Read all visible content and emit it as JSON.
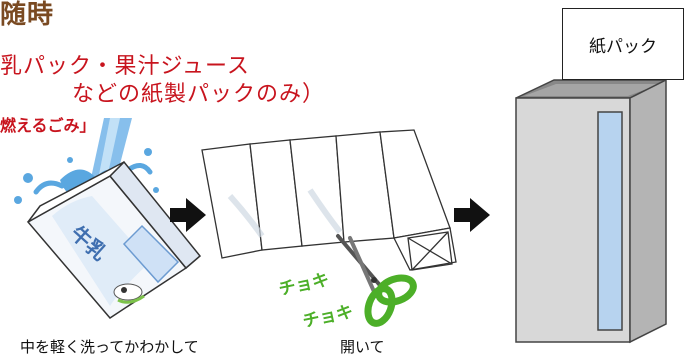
{
  "header": {
    "title_fragment": "随時",
    "types_line1": "乳パック・果汁ジュース",
    "types_line2": "などの紙製パックのみ）",
    "burnable_fragment": "燃えるごみ」"
  },
  "steps": {
    "wash_caption": "中を軽く洗ってかわかして",
    "open_caption": "開いて",
    "cut_sfx": [
      "チョキ",
      "チョキ"
    ],
    "carton_print": "牛乳"
  },
  "collection_box": {
    "label": "紙パック"
  },
  "colors": {
    "title": "#7a4a22",
    "accent_red": "#c8141e",
    "water": "#5aa7e0",
    "scissors_green": "#4caf28",
    "box_gray": "#d8d8d8",
    "slot_blue": "#b7d3ef"
  },
  "icons": [
    "arrow-right-icon",
    "arrow-right-icon",
    "scissors-icon"
  ]
}
